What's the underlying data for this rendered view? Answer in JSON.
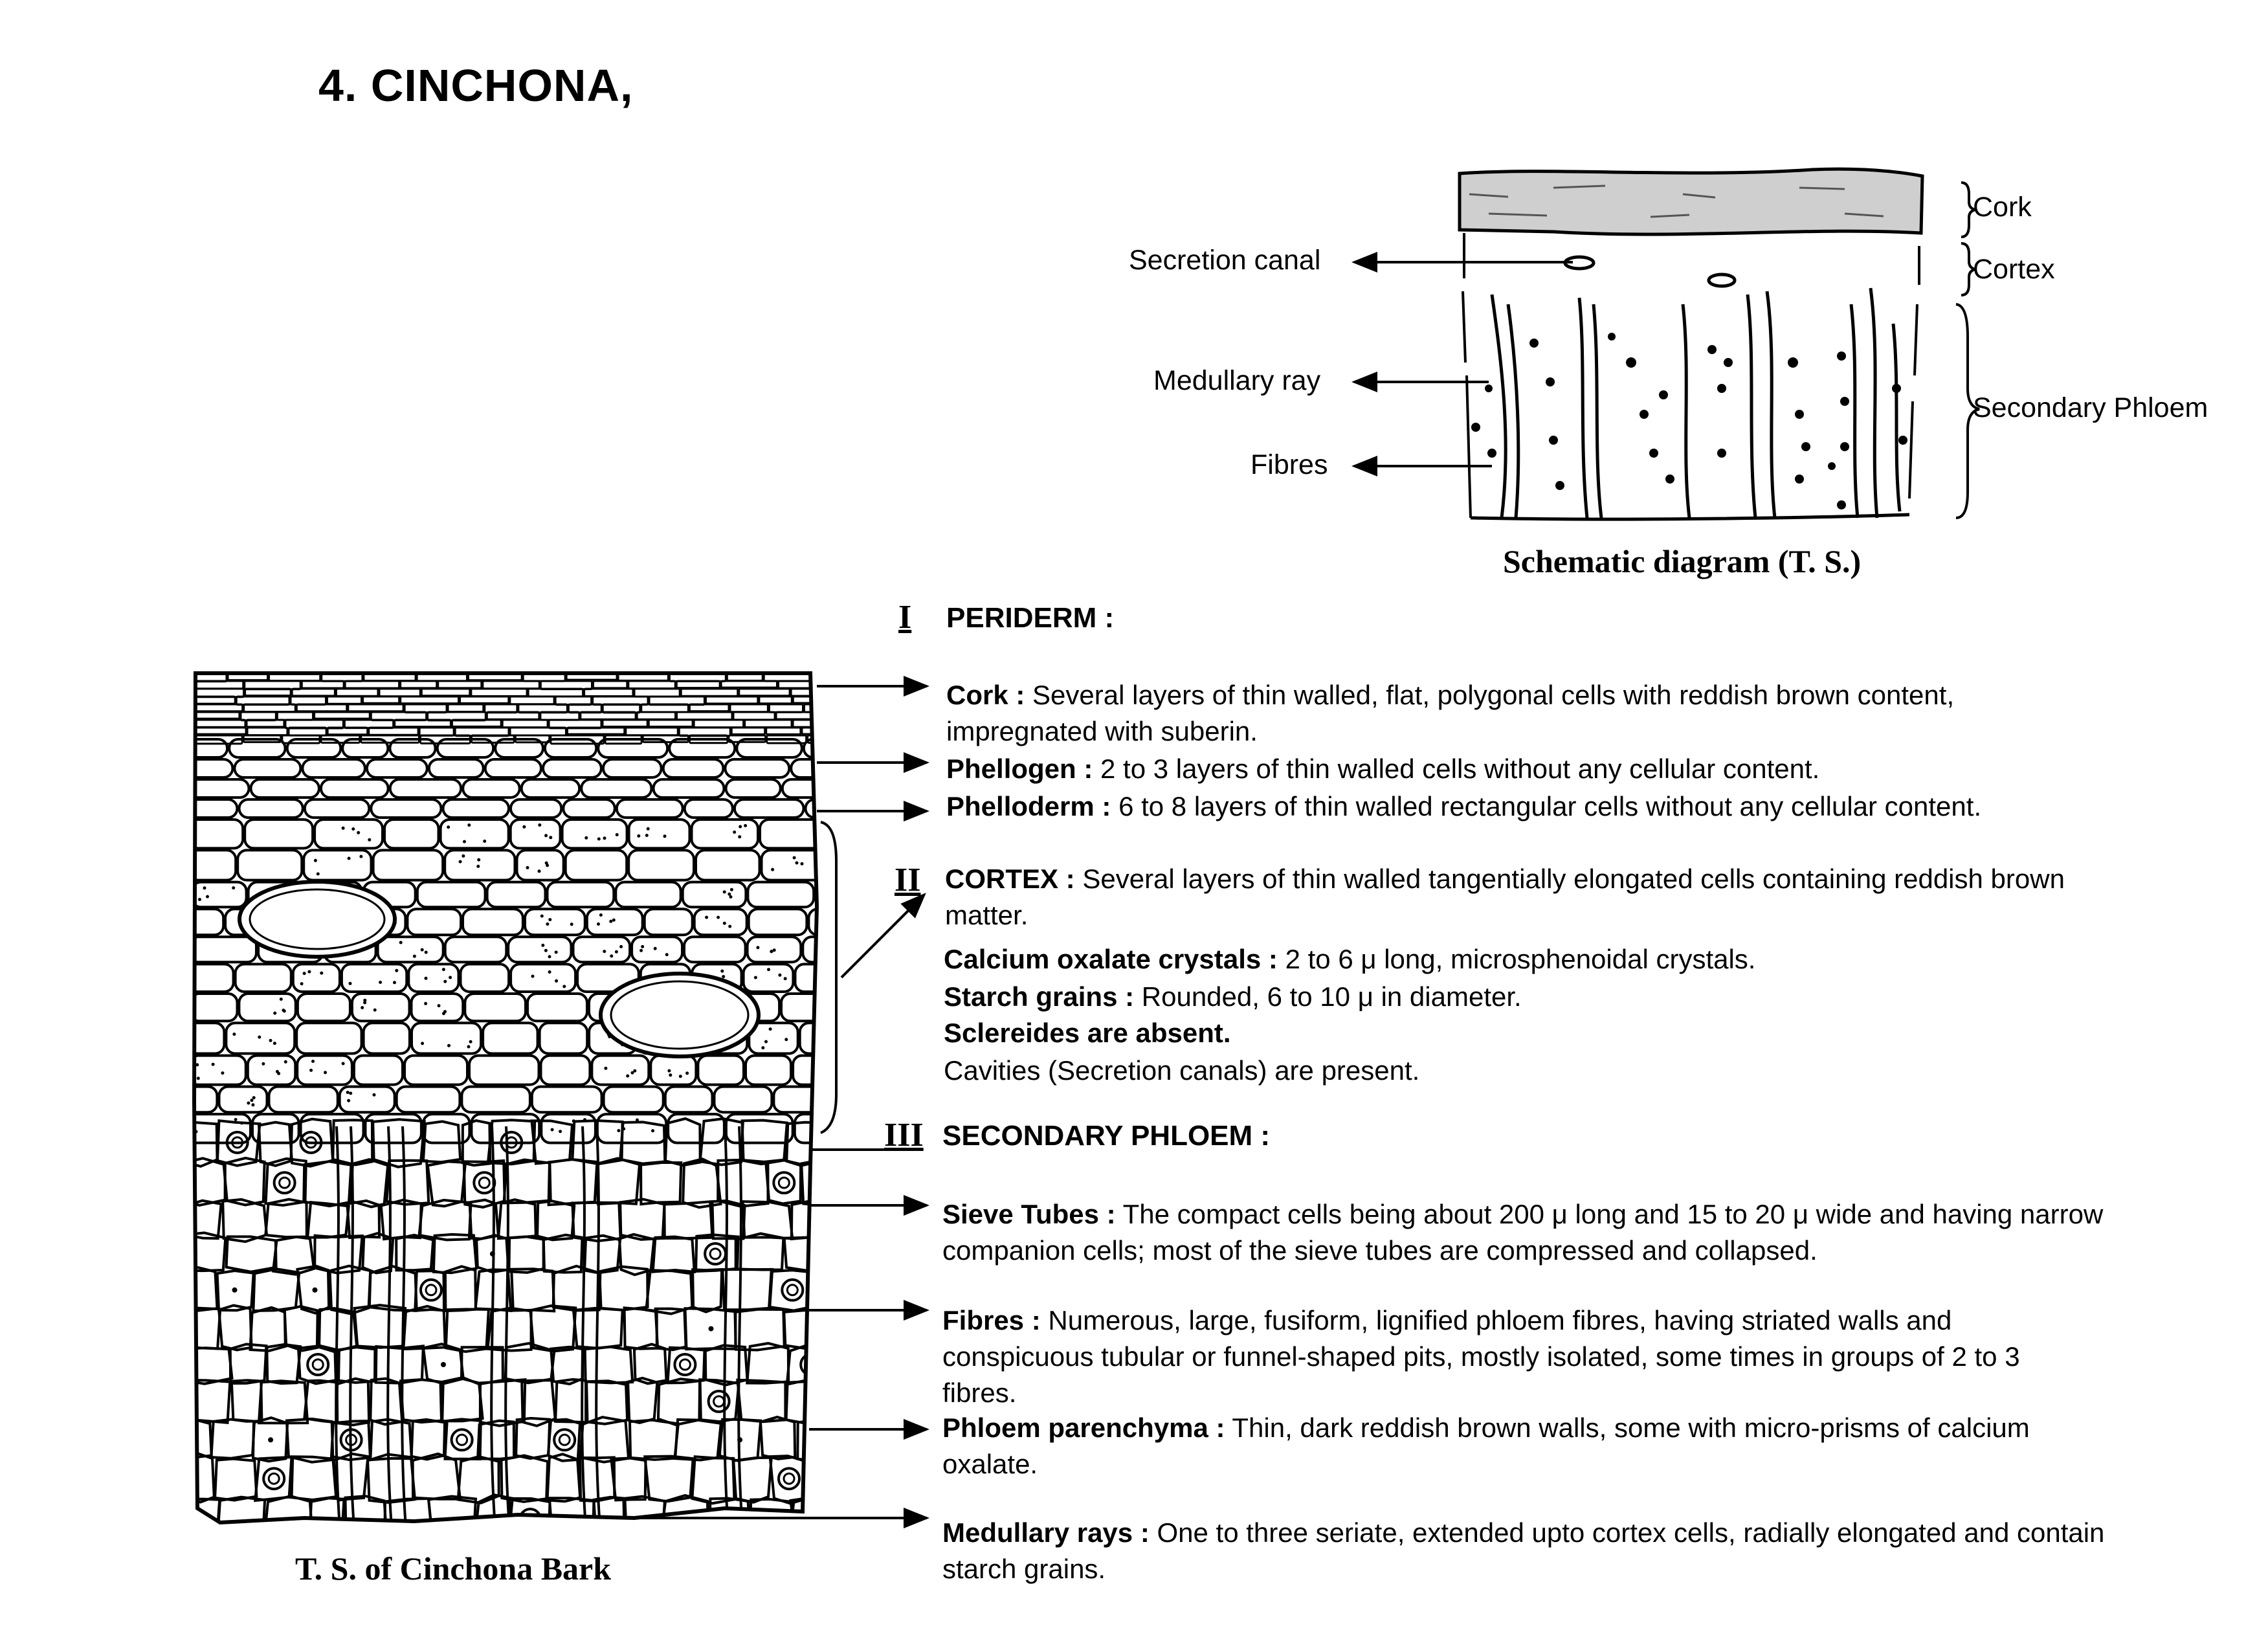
{
  "title": "4. CINCHONA,",
  "schematic": {
    "caption": "Schematic diagram (T. S.)",
    "labels_right": {
      "cork": "Cork",
      "cortex": "Cortex",
      "secondary_phloem": "Secondary Phloem"
    },
    "labels_left": {
      "secretion_canal": "Secretion canal",
      "medullary_ray": "Medullary ray",
      "fibres": "Fibres"
    }
  },
  "ts_caption": "T. S. of Cinchona Bark",
  "sections": {
    "periderm": {
      "numeral": "I",
      "heading": "PERIDERM :"
    },
    "cortex": {
      "numeral": "II",
      "heading": "CORTEX :"
    },
    "phloem": {
      "numeral": "III",
      "heading": "SECONDARY PHLOEM :"
    }
  },
  "entries": {
    "cork": {
      "term": "Cork :",
      "text": "Several layers of thin walled, flat, polygonal cells with reddish brown content, impregnated with suberin."
    },
    "phellogen": {
      "term": "Phellogen :",
      "text": "2 to 3 layers of thin walled cells without any cellular content."
    },
    "phelloderm": {
      "term": "Phelloderm :",
      "text": "6 to 8 layers of thin walled rectangular cells without any cellular content."
    },
    "cortex": {
      "text": "Several layers of thin walled tangentially elongated cells containing reddish brown  matter."
    },
    "calcium": {
      "term": "Calcium oxalate crystals :",
      "text": "2 to 6 μ long, microsphenoidal crystals."
    },
    "starch": {
      "term": "Starch grains :",
      "text": "Rounded, 6 to 10 μ in diameter."
    },
    "sclereides": {
      "text": "Sclereides are absent."
    },
    "cavities": {
      "text": "Cavities (Secretion canals) are present."
    },
    "sieve": {
      "term": "Sieve Tubes :",
      "text": "The compact cells being about 200 μ long and 15 to 20 μ wide and having narrow companion cells; most of the sieve tubes are compressed and collapsed."
    },
    "fibres": {
      "term": "Fibres :",
      "text": "Numerous, large, fusiform, lignified phloem fibres, having striated walls and conspicuous tubular or funnel-shaped pits, mostly isolated, some times in groups of 2 to 3 fibres."
    },
    "parenchyma": {
      "term": "Phloem parenchyma :",
      "text": "Thin, dark reddish brown walls, some with micro-prisms of calcium oxalate."
    },
    "rays": {
      "term": "Medullary rays :",
      "text": "One to three seriate, extended upto cortex cells, radially elongated and contain starch grains."
    }
  }
}
